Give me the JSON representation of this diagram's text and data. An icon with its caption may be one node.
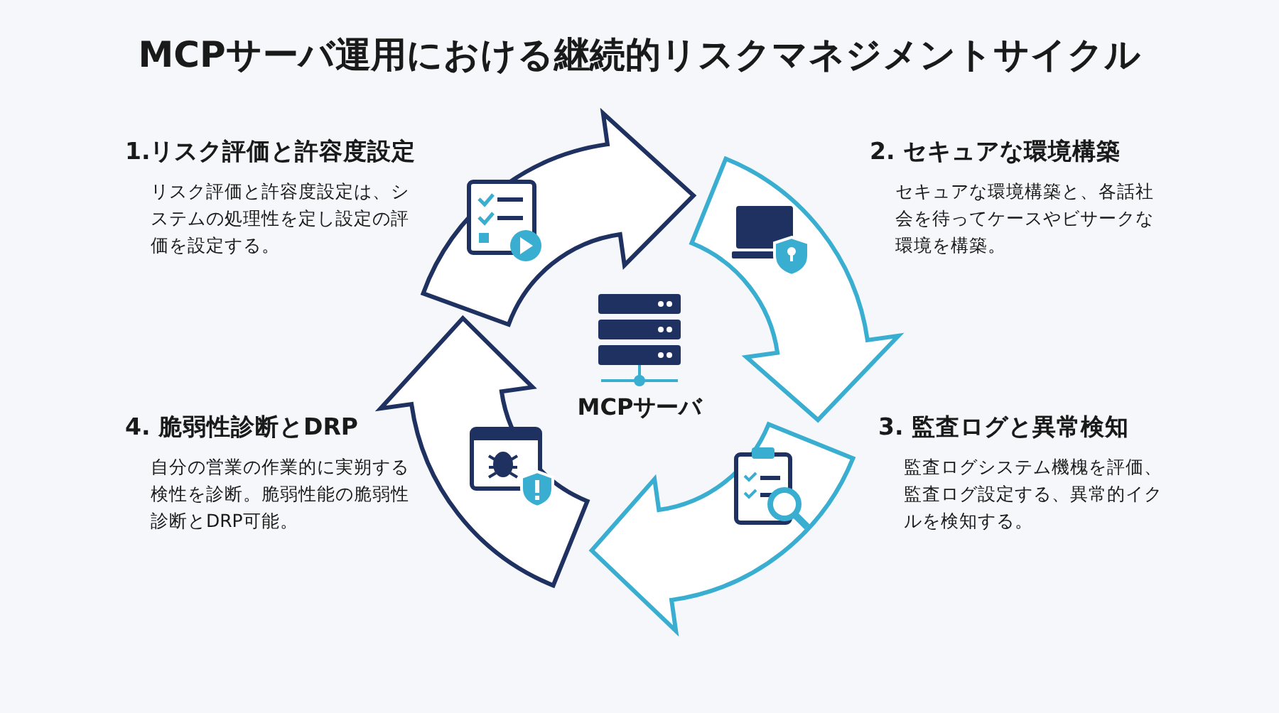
{
  "diagram": {
    "title": "MCPサーバ運用における継続的リスクマネジメントサイクル",
    "nodes": [
      {
        "text": [
          "1.リスク評価と許容度設定",
          "リスク評価と許容度設定は、システムの処理性を定し設定の評価を設定する。"
        ]
      },
      {
        "text": [
          "2. セキュアな環境構築",
          "セキュアな環境構築と、各話社会を待ってケースやビサークな環境を構築。"
        ]
      },
      {
        "text": [
          "3. 監査ログと異常検知",
          "監査ログシステム機槐を評価、監査ログ設定する、異常的イクルを検知する。"
        ]
      },
      {
        "text": [
          "4. 脆弱性診断とDRP",
          "自分の営業の作業的に実朔する検性を診断。脆弱性能の脆弱性診断とDRP可能。"
        ]
      },
      {
        "text": [
          "MCPサーバ"
        ]
      }
    ]
  }
}
